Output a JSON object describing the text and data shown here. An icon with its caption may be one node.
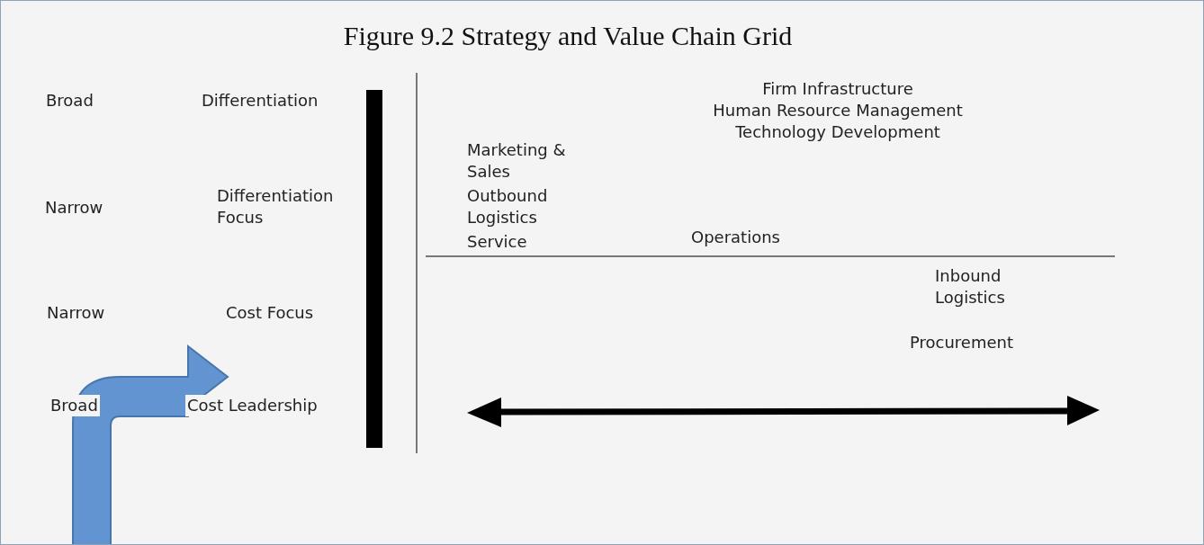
{
  "diagram": {
    "title": "Figure 9.2 Strategy and Value Chain Grid",
    "labels": [
      "Broad",
      "Differentiation",
      "Firm Infrastructure",
      "Human Resource Management",
      "Technology Development",
      "Marketing & Sales",
      "Narrow",
      "Differentiation Focus",
      "Outbound Logistics",
      "Service",
      "Operations",
      "Inbound Logistics",
      "Narrow",
      "Cost Focus",
      "Procurement",
      "Broad",
      "Cost Leadership"
    ]
  }
}
